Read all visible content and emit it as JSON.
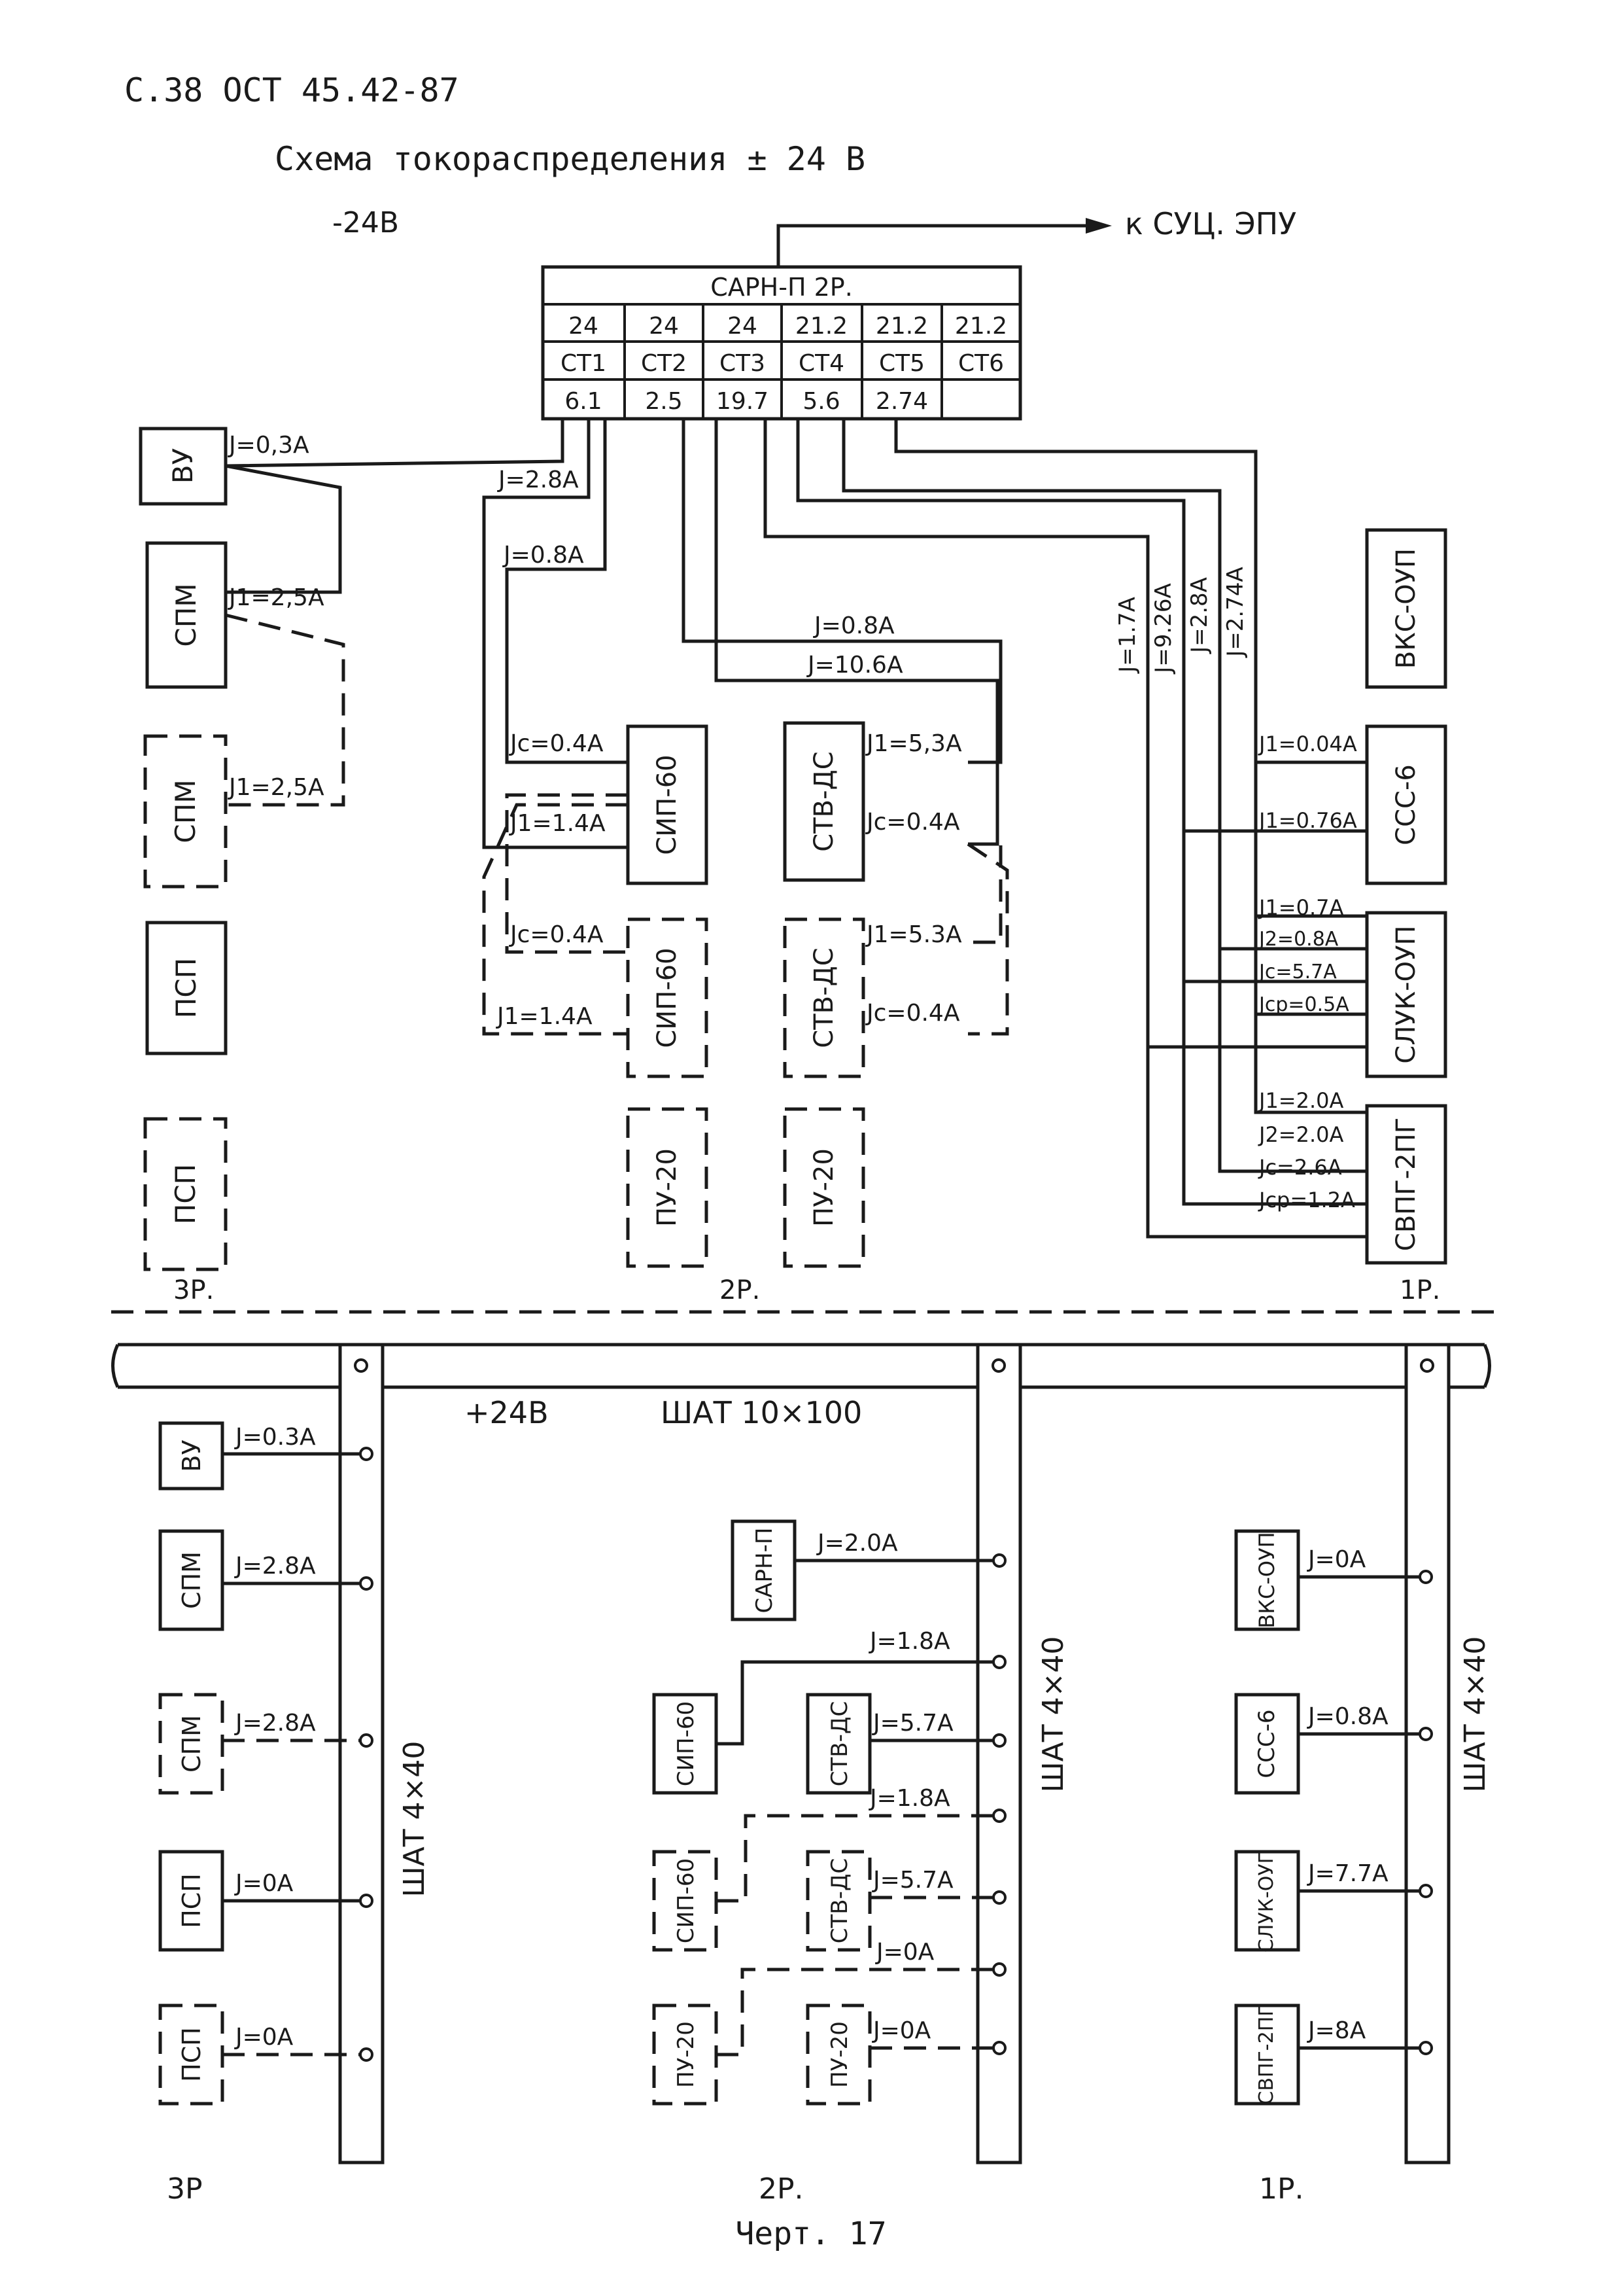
{
  "header": {
    "page_ref": "С.38 ОСТ 45.42-87",
    "title": "Схема токораспределения ± 24 В"
  },
  "top_section": {
    "minus_label": "-24В",
    "arrow_label": "к СУЦ. ЭПУ",
    "panel": {
      "title": "САРН-П  2Р.",
      "voltages": [
        "24",
        "24",
        "24",
        "21.2",
        "21.2",
        "21.2"
      ],
      "cells": [
        "СТ1",
        "СТ2",
        "СТ3",
        "СТ4",
        "СТ5",
        "СТ6"
      ],
      "currents": [
        "6.1",
        "2.5",
        "19.7",
        "5.6",
        "2.74",
        ""
      ]
    },
    "devices": {
      "vu": "ВУ",
      "spm": "СПМ",
      "spm2": "СПМ",
      "psp": "ПСП",
      "psp2": "ПСП",
      "sip60_a": "СИП-60",
      "sip60_b": "СИП-60",
      "stv_a": "СТВ-ДС",
      "stv_b": "СТВ-ДС",
      "pu20_a": "ПУ-20",
      "pu20_b": "ПУ-20",
      "vks": "ВКС-ОУП",
      "sss": "ССС-6",
      "sluk": "СЛУК-ОУП",
      "svpg": "СВПГ-2ПГ"
    },
    "currents": {
      "vu": "J=0,3А",
      "j28": "J=2.8А",
      "j08": "J=0.8А",
      "spm1": "J1=2,5А",
      "spm2": "J1=2,5А",
      "sip_jc": "Jc=0.4А",
      "sip_j1": "J1=1.4А",
      "sip_b_jc": "Jc=0.4А",
      "sip_b_j1": "J1=1.4А",
      "stv_top1": "J=0.8А",
      "stv_top2": "J=10.6А",
      "stv_j1": "J1=5,3А",
      "stv_jc": "Jc=0.4А",
      "stv_b_j1": "J1=5.3А",
      "stv_b_jc": "Jc=0.4А",
      "v1": "J=1.7А",
      "v2": "J=9.26А",
      "v3": "J=2.8А",
      "v4": "J=2.74А",
      "sss_a": "J1=0.04А",
      "sss_b": "J1=0.76А",
      "sluk_a": "J1=0.7А",
      "sluk_b": "J2=0.8А",
      "sluk_c": "Jc=5.7А",
      "sluk_d": "Jcp=0.5А",
      "svpg_a": "J1=2.0А",
      "svpg_b": "J2=2.0А",
      "svpg_c": "Jc=2.6А",
      "svpg_d": "Jcp=1.2А"
    },
    "rooms": {
      "r3": "3Р.",
      "r2": "2Р.",
      "r1": "1Р."
    }
  },
  "bottom_section": {
    "plus_label": "+24В",
    "bus_label": "ШАТ 10×100",
    "riser_label": "ШАТ 4×40",
    "left": [
      {
        "name": "ВУ",
        "current": "J=0.3А",
        "dashed": false
      },
      {
        "name": "СПМ",
        "current": "J=2.8А",
        "dashed": false
      },
      {
        "name": "СПМ",
        "current": "J=2.8А",
        "dashed": true
      },
      {
        "name": "ПСП",
        "current": "J=0А",
        "dashed": false
      },
      {
        "name": "ПСП",
        "current": "J=0А",
        "dashed": true
      }
    ],
    "middle": {
      "sarn": {
        "name": "САРН-П",
        "current": "J=2.0А"
      },
      "sip_a": {
        "name": "СИП-60",
        "current": "J=1.8А"
      },
      "stv_a": {
        "name": "СТВ-ДС",
        "current": "J=5.7А"
      },
      "sip_b": {
        "name": "СИП-60",
        "current": "J=1.8А"
      },
      "stv_b": {
        "name": "СТВ-ДС",
        "current": "J=5.7А"
      },
      "pu_a": {
        "name": "ПУ-20",
        "current": "J=0А"
      },
      "pu_b": {
        "name": "ПУ-20",
        "current": "J=0А"
      }
    },
    "right": [
      {
        "name": "ВКС-ОУП",
        "current": "J=0А"
      },
      {
        "name": "ССС-6",
        "current": "J=0.8А"
      },
      {
        "name": "СЛУК-ОУП",
        "current": "J=7.7А"
      },
      {
        "name": "СВПГ-2ПГ",
        "current": "J=8А"
      }
    ],
    "rooms": {
      "r3": "3Р",
      "r2": "2Р.",
      "r1": "1Р."
    }
  },
  "footer": {
    "caption": "Черт. 17"
  }
}
